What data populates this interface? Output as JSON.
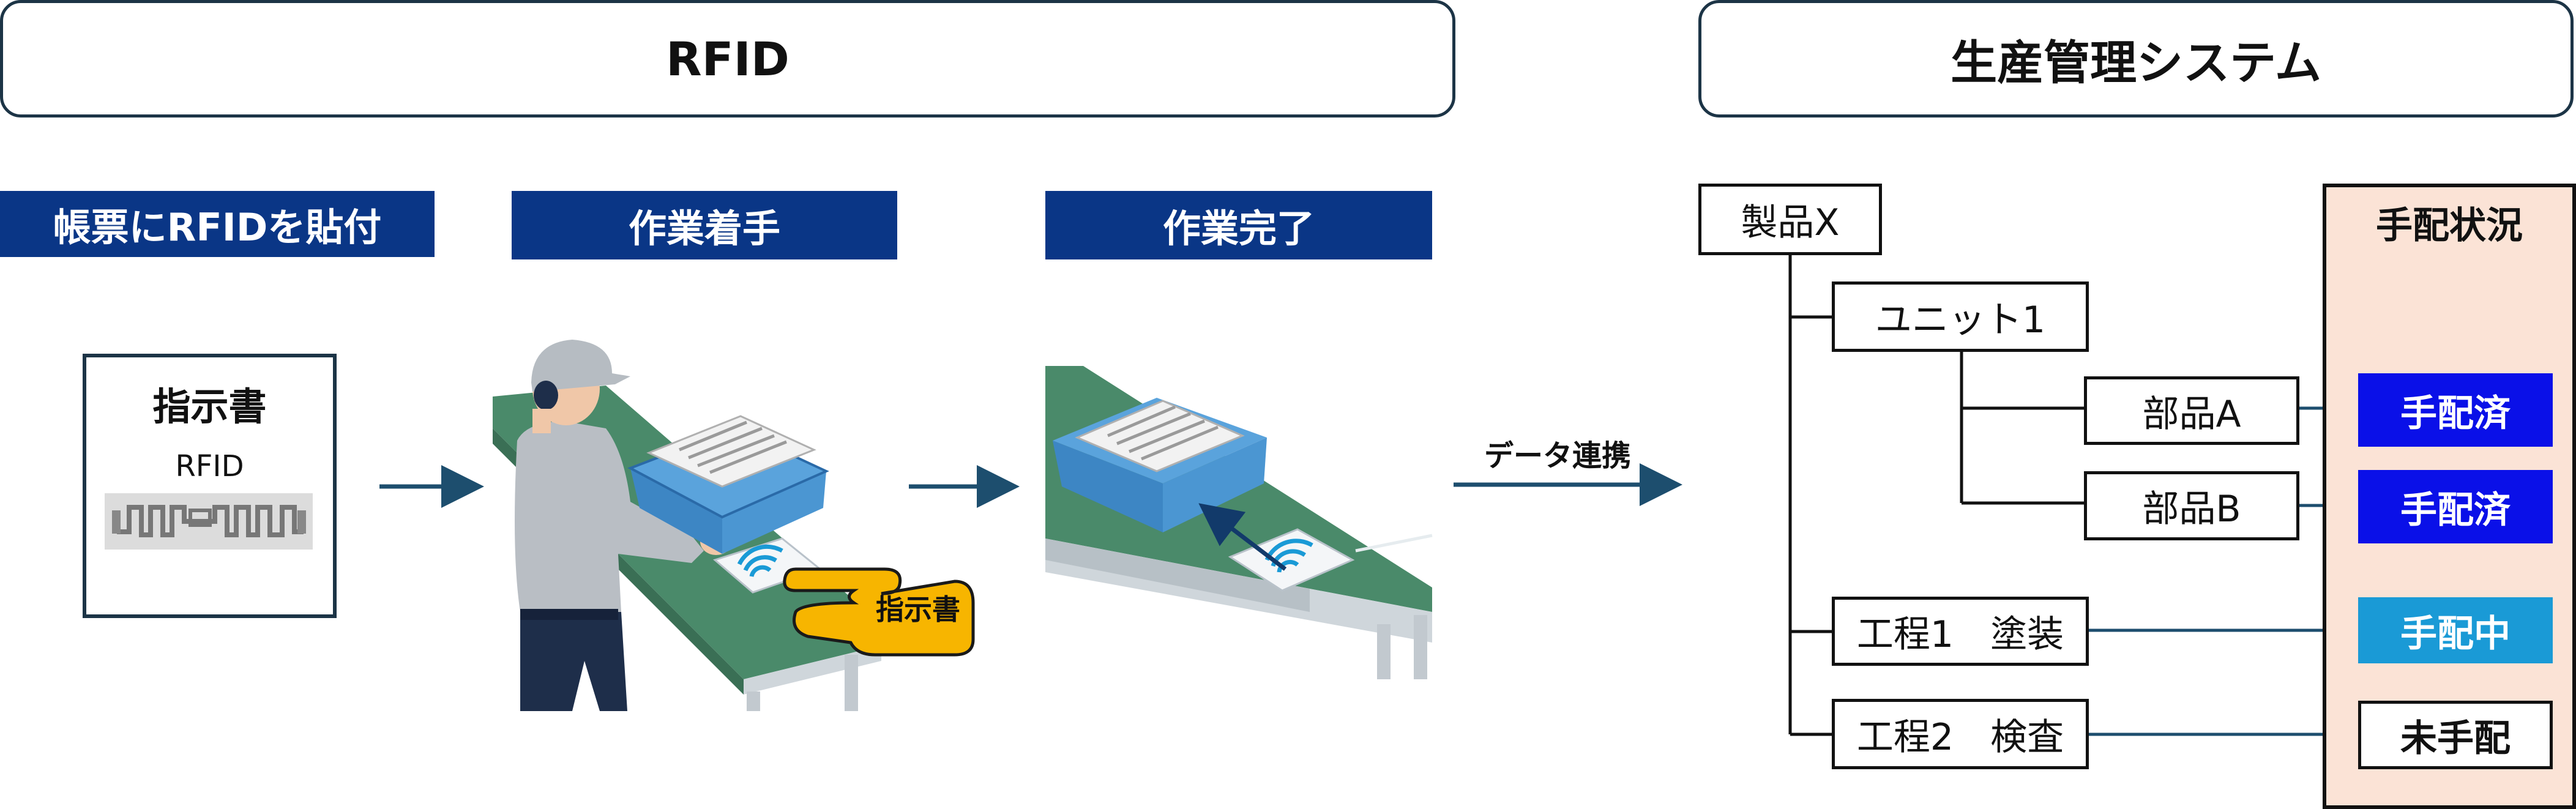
{
  "rfid_header": "RFID",
  "system_header": "生産管理システム",
  "steps": [
    "帳票にRFIDを貼付",
    "作業着手",
    "作業完了"
  ],
  "doc_card": {
    "title": "指示書",
    "tag_label": "RFID"
  },
  "hand_label": "指示書",
  "link_label": "データ連携",
  "tree": {
    "root": "製品X",
    "unit": "ユニット1",
    "part_a": "部品A",
    "part_b": "部品B",
    "process1": "工程1　塗装",
    "process2": "工程2　検査"
  },
  "status_panel": {
    "title": "手配状況",
    "items": [
      {
        "label": "手配済",
        "color": "#0a10e8"
      },
      {
        "label": "手配済",
        "color": "#0a10e8"
      },
      {
        "label": "手配中",
        "color": "#1a9ad6"
      },
      {
        "label": "未手配",
        "color": "#ffffff"
      }
    ]
  },
  "colors": {
    "step_bg": "#0a3686",
    "panel_bg": "#fbe3d6",
    "arrow": "#1d4e6e",
    "belt": "#4a8a6a"
  }
}
